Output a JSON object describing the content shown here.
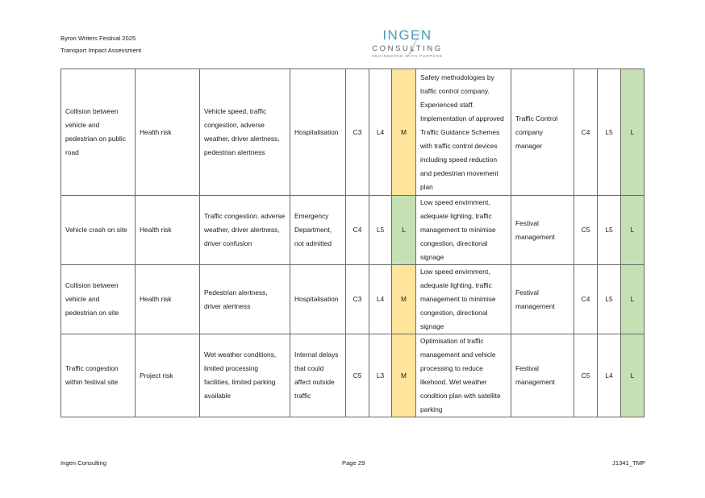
{
  "header": {
    "line1": "Byron Writers Festival 2025",
    "line2": "Transport Impact Assessment"
  },
  "logo": {
    "name": "INGEN",
    "sub": "CONSULTING",
    "tagline": "ENGINEERED WITH PURPOSE",
    "accent_color": "#4a9bb5"
  },
  "colors": {
    "medium": "#fee599",
    "low": "#c5e0b3"
  },
  "rows": [
    {
      "hazard": "Collision between vehicle and pedestrian on public road",
      "risk_type": "Health risk",
      "causes": "Vehicle speed, traffic congestion, adverse weather, driver alertness, pedestrian alertness",
      "consequence": "Hospitalisation",
      "c": "C3",
      "l": "L4",
      "rating": "M",
      "controls": "Safety methodologies by traffic control company. Experienced staff. Implementation of approved Traffic Guidance Schemes with traffic control devices including speed reduction and pedestrian movement plan",
      "responsible": "Traffic Control company manager",
      "rc": "C4",
      "rl": "L5",
      "rrating": "L"
    },
    {
      "hazard": "Vehicle crash on site",
      "risk_type": "Health risk",
      "causes": "Traffic congestion, adverse weather, driver alertness, driver confusion",
      "consequence": "Emergency Department, not admitted",
      "c": "C4",
      "l": "L5",
      "rating": "L",
      "controls": "Low speed envirnment, adequate lighting, traffic management to minimise congestion, directional signage",
      "responsible": "Festival management",
      "rc": "C5",
      "rl": "L5",
      "rrating": "L"
    },
    {
      "hazard": "Collision between vehicle and pedestrian on site",
      "risk_type": "Health risk",
      "causes": "Pedestrian alertness, driver alertness",
      "consequence": "Hospitalisation",
      "c": "C3",
      "l": "L4",
      "rating": "M",
      "controls": "Low speed envirnment, adequate lighting, traffic management to minimise congestion, directional signage",
      "responsible": "Festival management",
      "rc": "C4",
      "rl": "L5",
      "rrating": "L"
    },
    {
      "hazard": "Traffic congestion within festival site",
      "risk_type": "Project risk",
      "causes": "Wet weather conditions, limited processing facilities, limited parking available",
      "consequence": "Internal delays that could affect outside traffic",
      "c": "C5",
      "l": "L3",
      "rating": "M",
      "controls": "Optimisation of traffic management and vehicle processing to reduce likehood. Wet weather condition plan with satellite parking",
      "responsible": "Festival management",
      "rc": "C5",
      "rl": "L4",
      "rrating": "L"
    }
  ],
  "footer": {
    "left": "Ingen Consulting",
    "center": "Page 29",
    "right": "J1341_TMP"
  }
}
